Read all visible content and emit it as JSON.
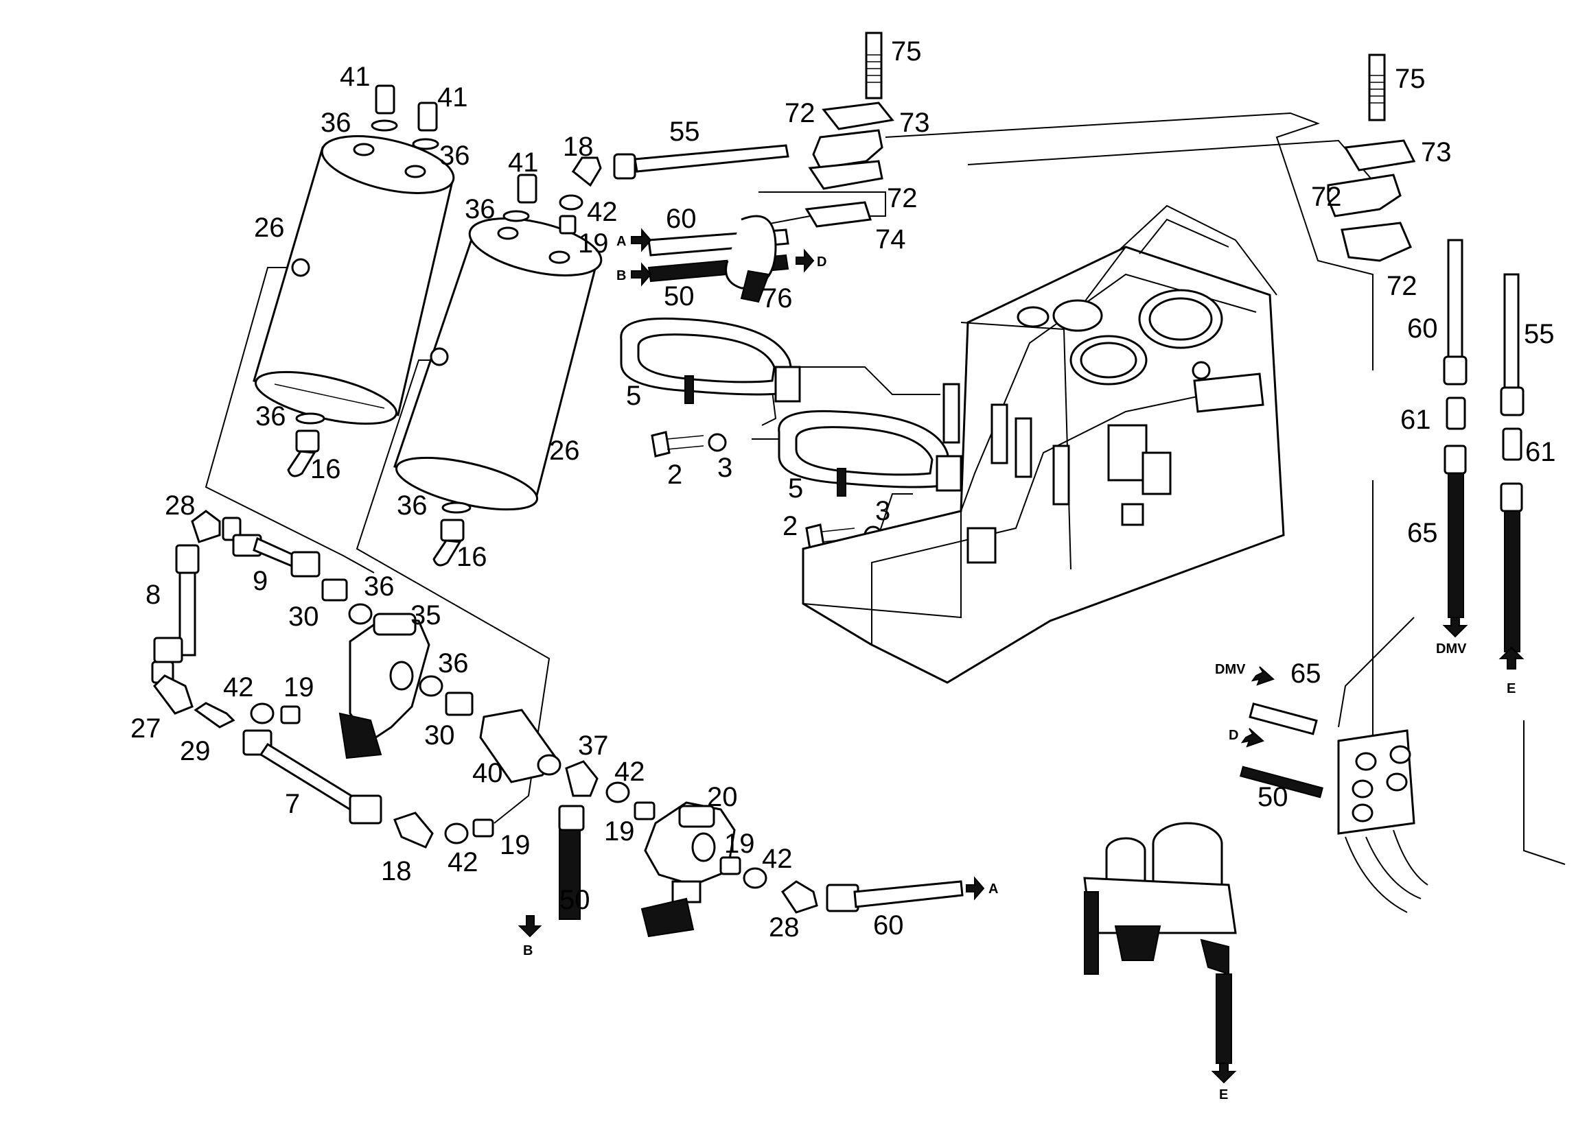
{
  "labels": [
    {
      "id": "p41a",
      "text": "41"
    },
    {
      "id": "p41b",
      "text": "41"
    },
    {
      "id": "p41c",
      "text": "41"
    },
    {
      "id": "p36a",
      "text": "36"
    },
    {
      "id": "p36b",
      "text": "36"
    },
    {
      "id": "p36c",
      "text": "36"
    },
    {
      "id": "p36d",
      "text": "36"
    },
    {
      "id": "p36e",
      "text": "36"
    },
    {
      "id": "p36f",
      "text": "36"
    },
    {
      "id": "p36g",
      "text": "36"
    },
    {
      "id": "p26a",
      "text": "26"
    },
    {
      "id": "p26b",
      "text": "26"
    },
    {
      "id": "p16a",
      "text": "16"
    },
    {
      "id": "p16b",
      "text": "16"
    },
    {
      "id": "p18a",
      "text": "18"
    },
    {
      "id": "p18b",
      "text": "18"
    },
    {
      "id": "p42a",
      "text": "42"
    },
    {
      "id": "p42b",
      "text": "42"
    },
    {
      "id": "p42c",
      "text": "42"
    },
    {
      "id": "p42d",
      "text": "42"
    },
    {
      "id": "p42e",
      "text": "42"
    },
    {
      "id": "p19a",
      "text": "19"
    },
    {
      "id": "p19b",
      "text": "19"
    },
    {
      "id": "p19c",
      "text": "19"
    },
    {
      "id": "p19d",
      "text": "19"
    },
    {
      "id": "p19e",
      "text": "19"
    },
    {
      "id": "p55a",
      "text": "55"
    },
    {
      "id": "p55b",
      "text": "55"
    },
    {
      "id": "p60a",
      "text": "60"
    },
    {
      "id": "p60b",
      "text": "60"
    },
    {
      "id": "p60c",
      "text": "60"
    },
    {
      "id": "p50a",
      "text": "50"
    },
    {
      "id": "p50b",
      "text": "50"
    },
    {
      "id": "p50c",
      "text": "50"
    },
    {
      "id": "p76",
      "text": "76"
    },
    {
      "id": "p75a",
      "text": "75"
    },
    {
      "id": "p75b",
      "text": "75"
    },
    {
      "id": "p72a",
      "text": "72"
    },
    {
      "id": "p72b",
      "text": "72"
    },
    {
      "id": "p72c",
      "text": "72"
    },
    {
      "id": "p72d",
      "text": "72"
    },
    {
      "id": "p73a",
      "text": "73"
    },
    {
      "id": "p73b",
      "text": "73"
    },
    {
      "id": "p74",
      "text": "74"
    },
    {
      "id": "p5a",
      "text": "5"
    },
    {
      "id": "p5b",
      "text": "5"
    },
    {
      "id": "p2a",
      "text": "2"
    },
    {
      "id": "p2b",
      "text": "2"
    },
    {
      "id": "p3a",
      "text": "3"
    },
    {
      "id": "p3b",
      "text": "3"
    },
    {
      "id": "p28a",
      "text": "28"
    },
    {
      "id": "p28b",
      "text": "28"
    },
    {
      "id": "p8",
      "text": "8"
    },
    {
      "id": "p9",
      "text": "9"
    },
    {
      "id": "p30a",
      "text": "30"
    },
    {
      "id": "p30b",
      "text": "30"
    },
    {
      "id": "p35",
      "text": "35"
    },
    {
      "id": "p27",
      "text": "27"
    },
    {
      "id": "p29",
      "text": "29"
    },
    {
      "id": "p7",
      "text": "7"
    },
    {
      "id": "p40",
      "text": "40"
    },
    {
      "id": "p37",
      "text": "37"
    },
    {
      "id": "p20",
      "text": "20"
    },
    {
      "id": "p61a",
      "text": "61"
    },
    {
      "id": "p61b",
      "text": "61"
    },
    {
      "id": "p65a",
      "text": "65"
    },
    {
      "id": "p65b",
      "text": "65"
    }
  ],
  "letters": [
    {
      "id": "lA1",
      "text": "A"
    },
    {
      "id": "lB1",
      "text": "B"
    },
    {
      "id": "lD1",
      "text": "D"
    },
    {
      "id": "lB2",
      "text": "B"
    },
    {
      "id": "lA2",
      "text": "A"
    },
    {
      "id": "lDMV1",
      "text": "DMV"
    },
    {
      "id": "lDMV2",
      "text": "DMV"
    },
    {
      "id": "lD2",
      "text": "D"
    },
    {
      "id": "lE1",
      "text": "E"
    },
    {
      "id": "lE2",
      "text": "E"
    }
  ]
}
